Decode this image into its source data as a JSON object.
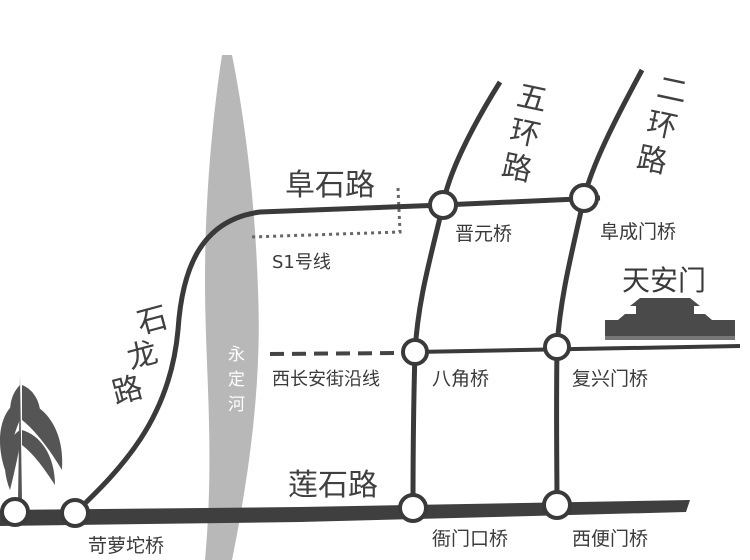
{
  "roads": {
    "fushi": "阜石路",
    "s1": "S1号线",
    "fifth_ring": [
      "五",
      "环",
      "路"
    ],
    "second_ring": [
      "二",
      "环",
      "路"
    ],
    "shilong": [
      "石",
      "龙",
      "路"
    ],
    "xichangan": "西长安街沿线",
    "lianshi": "莲石路"
  },
  "river": [
    "永",
    "定",
    "河"
  ],
  "landmark": "天安门",
  "bridges": {
    "jinyuan": "晋元桥",
    "fuchengmen": "阜成门桥",
    "bajiao": "八角桥",
    "fuxingmen": "复兴门桥",
    "keluotuo": "苛萝坨桥",
    "yamenkou": "衙门口桥",
    "xibianmen": "西便门桥"
  },
  "colors": {
    "road": "#3a3a3a",
    "river": "#b5b5b5"
  }
}
